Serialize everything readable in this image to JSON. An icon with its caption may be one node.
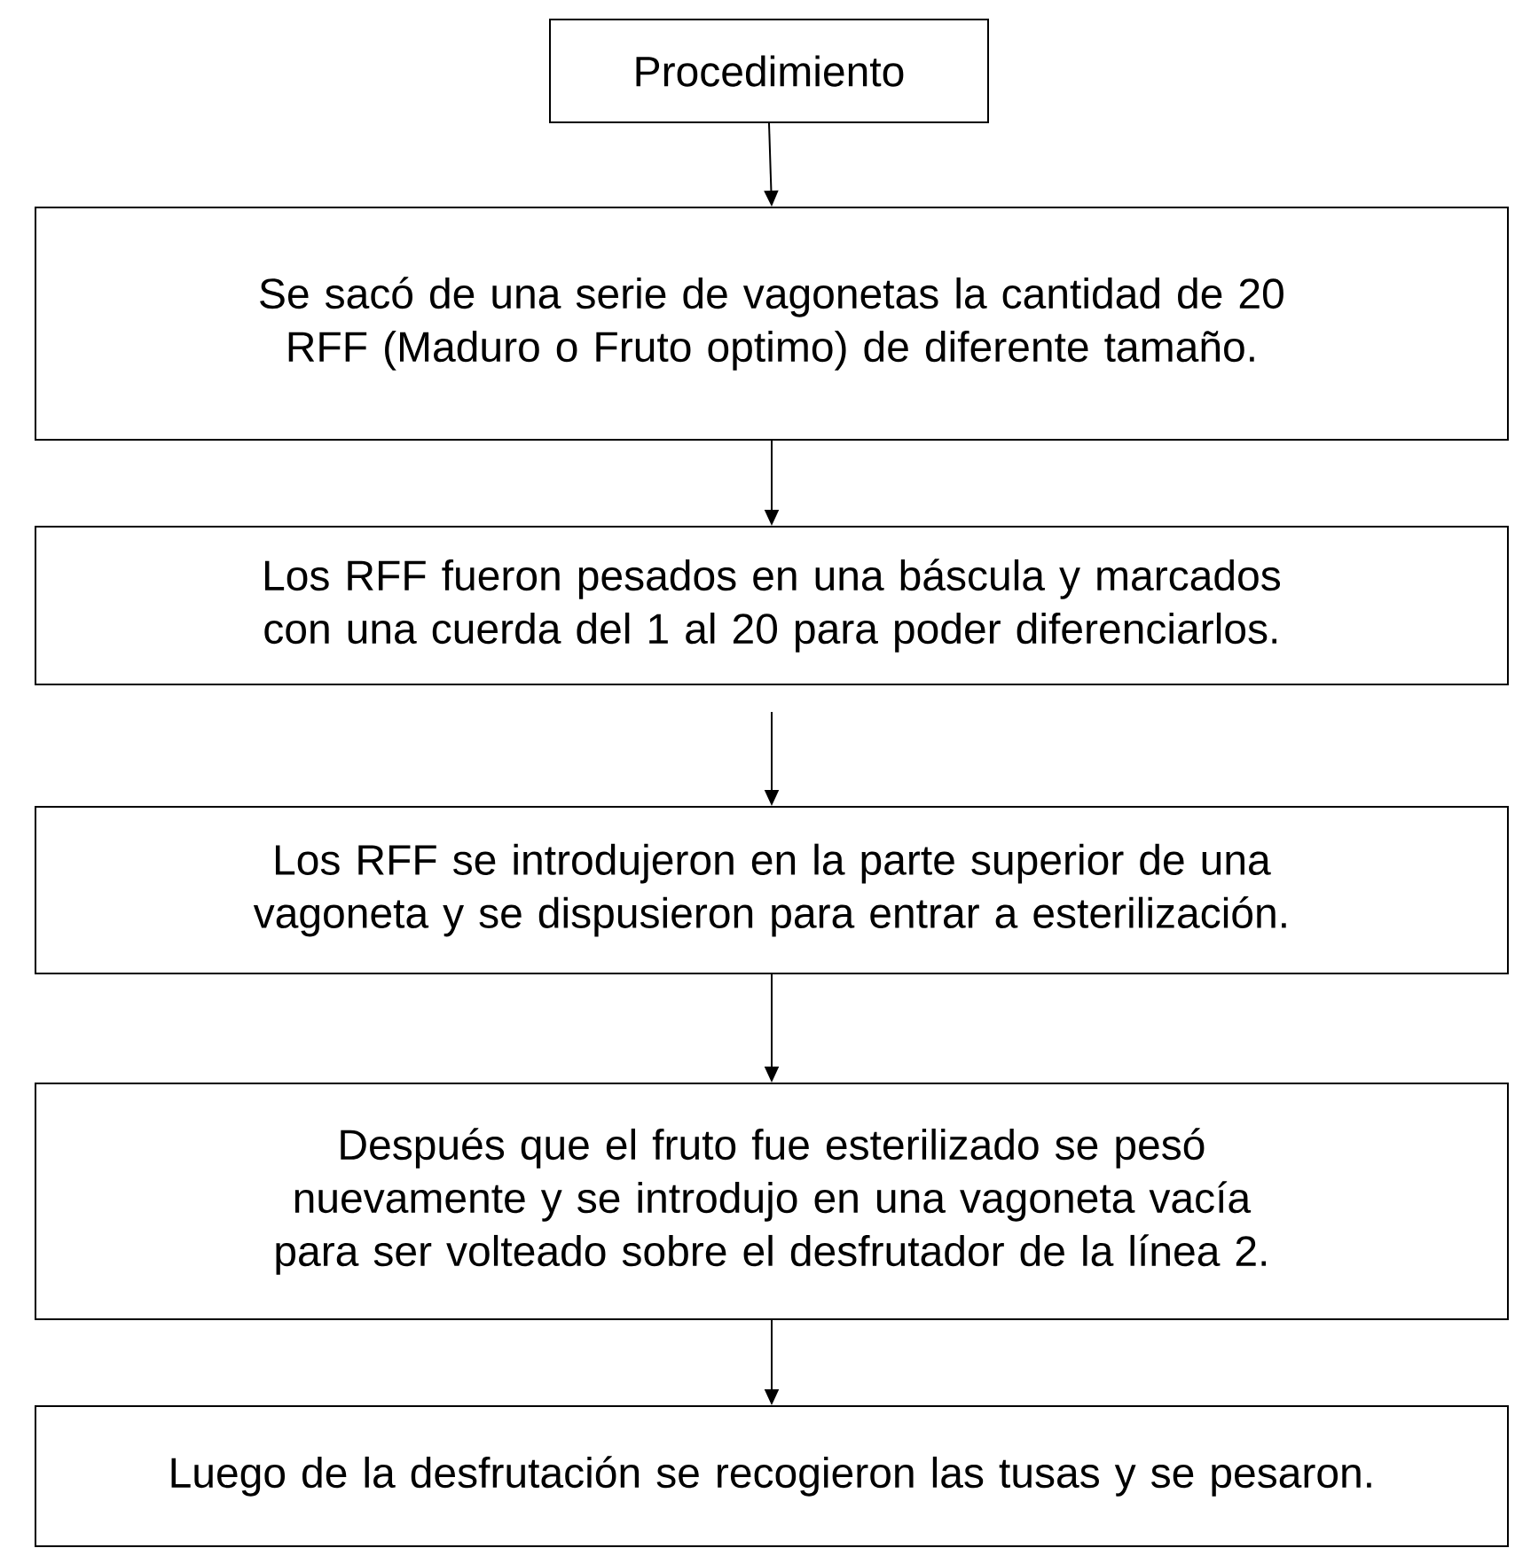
{
  "diagram": {
    "nodes": [
      {
        "text": [
          "Procedimiento"
        ]
      },
      {
        "text": [
          "Se sacó de una serie de vagonetas la cantidad de 20 RFF (Maduro o Fruto optimo) de diferente tamaño."
        ]
      },
      {
        "text": [
          "Los RFF fueron pesados en una báscula y marcados con una cuerda del 1 al 20 para poder diferenciarlos."
        ]
      },
      {
        "text": [
          "Los RFF se introdujeron en la parte superior de una vagoneta y se dispusieron para entrar a esterilización."
        ]
      },
      {
        "text": [
          "Después que el fruto fue esterilizado se pesó nuevamente y se introdujo en una vagoneta vacía para ser volteado sobre el desfrutador de la línea 2."
        ]
      },
      {
        "text": [
          "Luego de la desfrutación se recogieron las tusas y se pesaron."
        ]
      }
    ],
    "edges": [
      {
        "from": 0,
        "to": 1,
        "arrow": "to"
      },
      {
        "from": 1,
        "to": 2,
        "arrow": "to"
      },
      {
        "from": 2,
        "to": 3,
        "arrow": "to"
      },
      {
        "from": 3,
        "to": 4,
        "arrow": "to"
      },
      {
        "from": 4,
        "to": 5,
        "arrow": "to"
      }
    ]
  }
}
